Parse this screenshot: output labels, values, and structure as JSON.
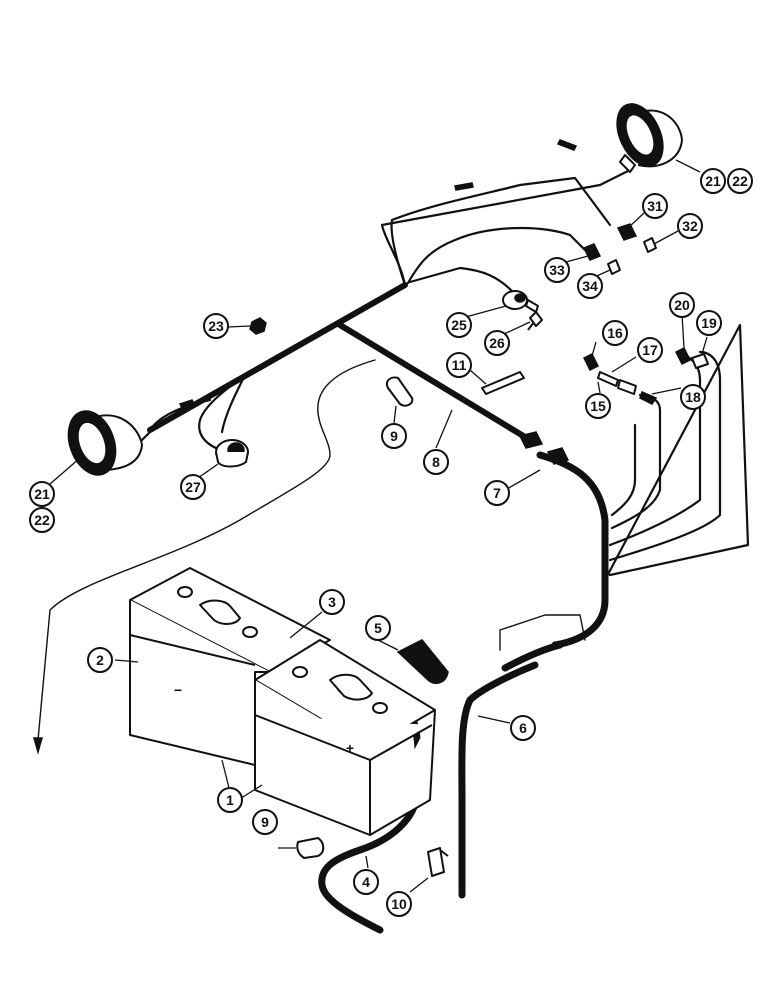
{
  "callouts": {
    "c1": "1",
    "c2": "2",
    "c3": "3",
    "c4": "4",
    "c5": "5",
    "c6": "6",
    "c7": "7",
    "c8": "8",
    "c9a": "9",
    "c9b": "9",
    "c10": "10",
    "c11": "11",
    "c15": "15",
    "c16": "16",
    "c17": "17",
    "c18": "18",
    "c19": "19",
    "c20": "20",
    "c21a": "21",
    "c22a": "22",
    "c21b": "21",
    "c22b": "22",
    "c23": "23",
    "c25": "25",
    "c26": "26",
    "c27": "27",
    "c31": "31",
    "c32": "32",
    "c33": "33",
    "c34": "34"
  },
  "battery_marks": {
    "negative": "−",
    "positive": "+"
  }
}
